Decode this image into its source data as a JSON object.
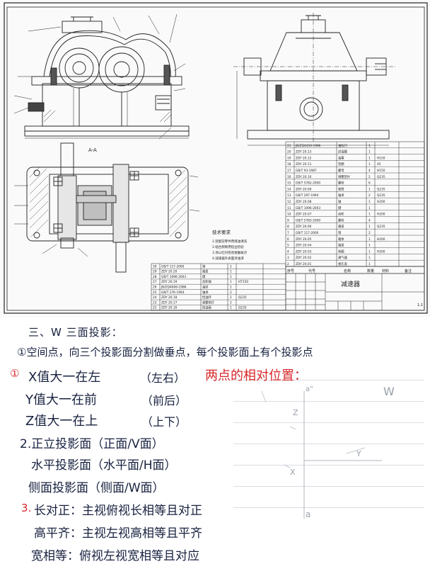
{
  "drawing": {
    "section_label": "A-A",
    "tech_req": {
      "title": "技术要求",
      "lines": [
        "1.装配前零件用煤油清洗",
        "2.啮合侧隙用铅丝检验",
        "3.涂以红丹检验接触斑点",
        "4.减速器外表面涂油漆"
      ]
    },
    "title_block": {
      "name": "减速器",
      "sheet": "1:1"
    },
    "bom_main": [
      {
        "no": "21",
        "code": "JB/ZQ4450-1986",
        "name": "油标尺",
        "qty": "1",
        "mat": ""
      },
      {
        "no": "20",
        "code": "ZDY 20.13",
        "name": "封油圈",
        "qty": "1",
        "mat": ""
      },
      {
        "no": "19",
        "code": "ZDY 20.12",
        "name": "油塞",
        "qty": "1",
        "mat": "H150"
      },
      {
        "no": "18",
        "code": "ZDY 20.11",
        "name": "垫圈",
        "qty": "1",
        "mat": "45"
      },
      {
        "no": "17",
        "code": "GB/T 93-1987",
        "name": "螺母",
        "qty": "4",
        "mat": "H150"
      },
      {
        "no": "16",
        "code": "ZDY 20.10",
        "name": "调整垫片",
        "qty": "2",
        "mat": "Q235"
      },
      {
        "no": "15",
        "code": "GB/T 5782-2000",
        "name": "螺栓",
        "qty": "6",
        "mat": ""
      },
      {
        "no": "14",
        "code": "ZDY 20.09",
        "name": "套筒",
        "qty": "1",
        "mat": "Q235"
      },
      {
        "no": "13",
        "code": "GB/T 297-1994",
        "name": "轴承",
        "qty": "2",
        "mat": "Q235"
      },
      {
        "no": "12",
        "code": "ZDY 20.08",
        "name": "轴",
        "qty": "1",
        "mat": "H200"
      },
      {
        "no": "11",
        "code": "GB/T 1096-2003",
        "name": "键",
        "qty": "1",
        "mat": ""
      },
      {
        "no": "10",
        "code": "ZDY 20.07",
        "name": "齿轮",
        "qty": "1",
        "mat": "H200"
      },
      {
        "no": "9",
        "code": "GB/T 5783-2000",
        "name": "螺栓",
        "qty": "4",
        "mat": ""
      },
      {
        "no": "8",
        "code": "ZDY 20.06",
        "name": "箱盖",
        "qty": "1",
        "mat": "Q235"
      },
      {
        "no": "7",
        "code": "GB/T 117-2000",
        "name": "销",
        "qty": "2",
        "mat": ""
      },
      {
        "no": "6",
        "code": "ZDY 20.05",
        "name": "箱体",
        "qty": "1",
        "mat": "H200"
      },
      {
        "no": "5",
        "code": "ZDY 20.04",
        "name": "端盖",
        "qty": "1",
        "mat": ""
      },
      {
        "no": "4",
        "code": "ZDY 20.03",
        "name": "毡圈",
        "qty": "1",
        "mat": "H200"
      },
      {
        "no": "3",
        "code": "ZDY 20.02",
        "name": "通气器",
        "qty": "1",
        "mat": ""
      },
      {
        "no": "2",
        "code": "ZDY 20.01",
        "name": "视孔盖",
        "qty": "1",
        "mat": ""
      }
    ],
    "bom_header": {
      "no": "序号",
      "code": "代号",
      "name": "名称",
      "qty": "数量",
      "mat": "材料",
      "note": "备注"
    },
    "bom_lower": [
      {
        "no": "30",
        "code": "GB/T 117-2000",
        "name": "销",
        "qty": "2",
        "mat": ""
      },
      {
        "no": "29",
        "code": "ZDY 20.20",
        "name": "端盖",
        "qty": "1",
        "mat": ""
      },
      {
        "no": "28",
        "code": "GB/T 1096-2003",
        "name": "键",
        "qty": "1",
        "mat": ""
      },
      {
        "no": "27",
        "code": "ZDY 20.19",
        "name": "齿轮轴",
        "qty": "1",
        "mat": "HT150"
      },
      {
        "no": "26",
        "code": "JB/ZQ4606-1986",
        "name": "油封",
        "qty": "1",
        "mat": ""
      },
      {
        "no": "25",
        "code": "GB/T 276-1994",
        "name": "轴承",
        "qty": "2",
        "mat": ""
      },
      {
        "no": "24",
        "code": "ZDY 20.18",
        "name": "挡油环",
        "qty": "2",
        "mat": "Q235"
      },
      {
        "no": "23",
        "code": "ZDY 20.17",
        "name": "调整垫片",
        "qty": "2",
        "mat": ""
      },
      {
        "no": "22",
        "code": "ZDY 20.16",
        "name": "挡油盘",
        "qty": "1",
        "mat": "Q235"
      }
    ]
  },
  "notes": {
    "header_partial": "三、W 三面投影：",
    "line1": "①空间点，向三个投影面分割做垂点，每个投影面上有个投影点",
    "line2_marker": "①",
    "line2": "X值大一在左",
    "line2_paren": "（左右）",
    "line2_red": "两点的相对位置：",
    "line3": "Y值大一在前",
    "line3_paren": "（前后）",
    "line4": "Z值大一在上",
    "line4_paren": "（上下）",
    "line5": "2.正立投影面（正面/V面）",
    "line6": "水平投影面（水平面/H面）",
    "line7": "侧面投影面（侧面/W面）",
    "line8_marker": "3.",
    "line8": "长对正：主视俯视长相等且对正",
    "line9": "高平齐：主视左视高相等且平齐",
    "line10": "宽相等：俯视左视宽相等且对应",
    "sketch": {
      "label_W": "W",
      "label_a_top": "a\"",
      "label_a_bottom": "a",
      "label_Y": "Y",
      "label_Z": "Z",
      "label_X": "X"
    }
  }
}
